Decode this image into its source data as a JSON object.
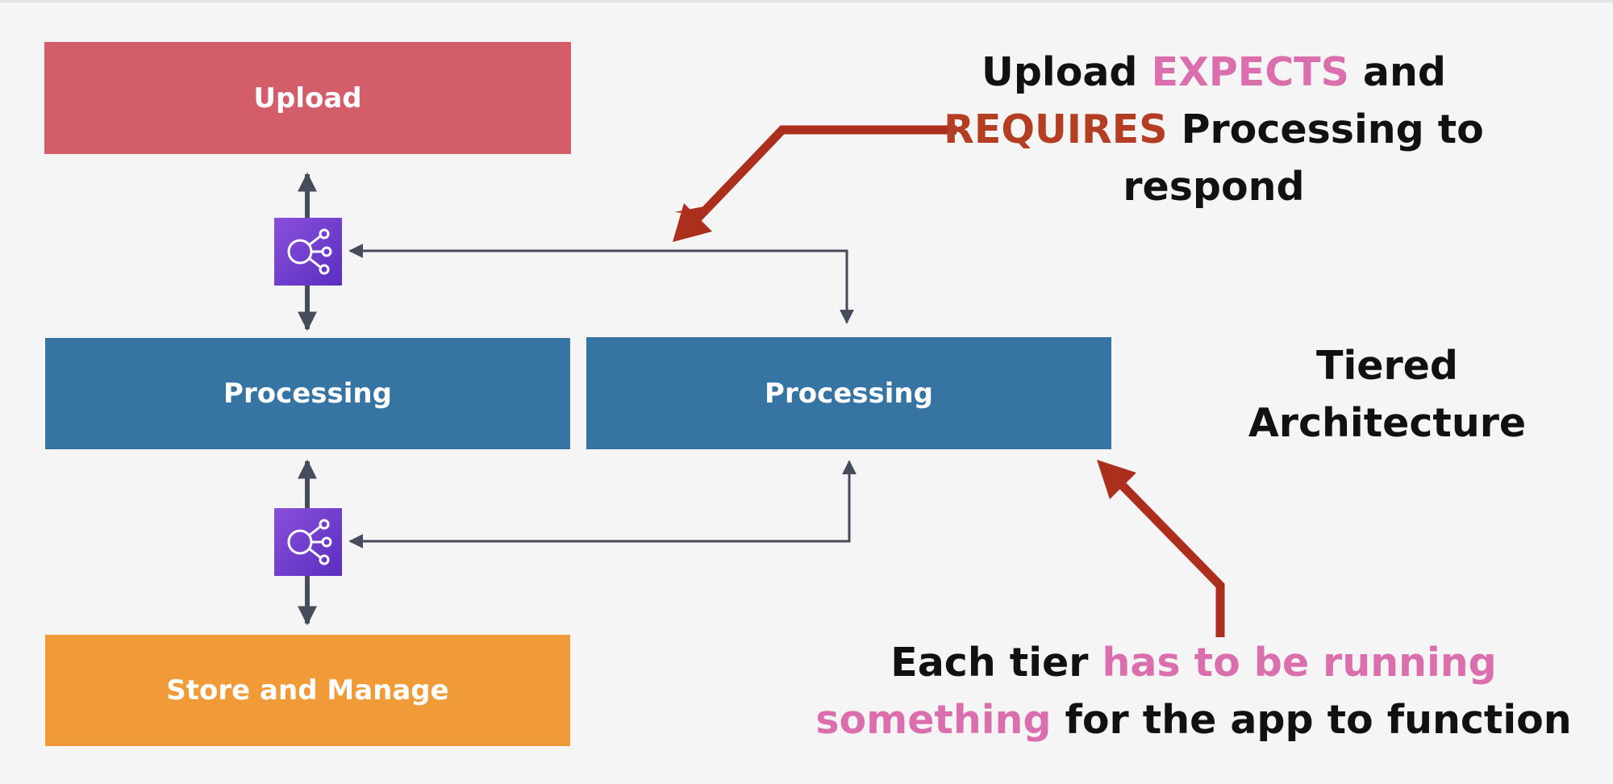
{
  "colors": {
    "background": "#f6f5f6",
    "upload": "#d35e69",
    "processing": "#3674a4",
    "store": "#f19a38",
    "connector": "#474c5c",
    "callout_arrow": "#ac2e1c",
    "emphasis_pink": "#db6fae",
    "emphasis_red": "#b33e22",
    "text_dark": "#111111"
  },
  "tiers": {
    "upload": "Upload",
    "processing_left": "Processing",
    "processing_right": "Processing",
    "store": "Store and Manage"
  },
  "load_balancer": {
    "icon": "load-balancer-icon"
  },
  "callout_top": {
    "line1_a": "Upload ",
    "line1_b": "EXPECTS",
    "line1_c": " and",
    "line2_a": "REQUIRES",
    "line2_b": " Processing to",
    "line3": "respond"
  },
  "side_label": {
    "line1": "Tiered",
    "line2": "Architecture"
  },
  "callout_bottom": {
    "line1_a": "Each tier ",
    "line1_b": "has to be running",
    "line2_a": "something",
    "line2_b": " for the app to function"
  }
}
